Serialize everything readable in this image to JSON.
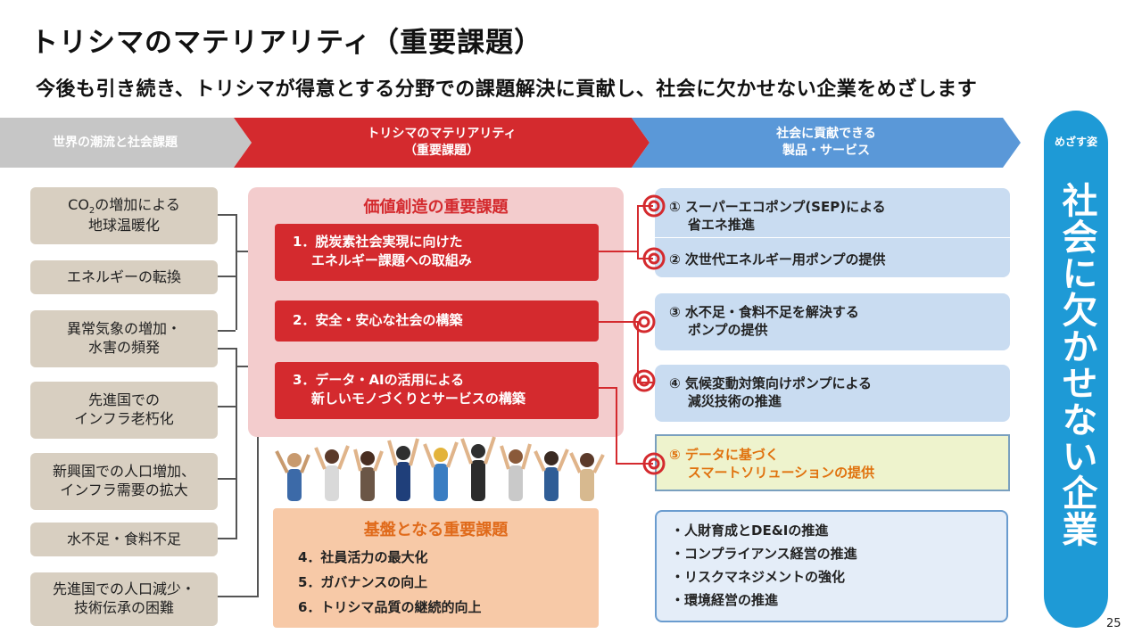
{
  "title": "トリシマのマテリアリティ（重要課題）",
  "subtitle": "今後も引き続き、トリシマが得意とする分野での課題解決に貢献し、社会に欠かせない企業をめざします",
  "arrows": {
    "world": "世界の潮流と社会課題",
    "materiality": "トリシマのマテリアリティ\n（重要課題）",
    "products": "社会に貢献できる\n製品・サービス"
  },
  "aim": {
    "label": "めざす姿",
    "main": "社会に欠かせない企業"
  },
  "issues": [
    {
      "prefix": "CO",
      "sub": "2",
      "rest": "の増加による\n地球温暖化"
    },
    {
      "text": "エネルギーの転換"
    },
    {
      "text": "異常気象の増加・\n水害の頻発"
    },
    {
      "text": "先進国での\nインフラ老朽化"
    },
    {
      "text": "新興国での人口増加、\nインフラ需要の拡大"
    },
    {
      "text": "水不足・食料不足"
    },
    {
      "text": "先進国での人口減少・\n技術伝承の困難"
    }
  ],
  "value": {
    "title": "価値創造の重要課題",
    "items": [
      "1．脱炭素社会実現に向けた\n    エネルギー課題への取組み",
      "2．安全・安心な社会の構築",
      "3．データ・AIの活用による\n    新しいモノづくりとサービスの構築"
    ]
  },
  "foundation": {
    "title": "基盤となる重要課題",
    "items": [
      "4．社員活力の最大化",
      "5．ガバナンスの向上",
      "6．トリシマ品質の継続的向上"
    ]
  },
  "products": [
    "① スーパーエコポンプ(SEP)による\n    省エネ推進",
    "② 次世代エネルギー用ポンプの提供",
    "③ 水不足・食料不足を解決する\n    ポンプの提供",
    "④ 気候変動対策向けポンプによる\n    減災技術の推進",
    "⑤ データに基づく\n    スマートソリューションの提供"
  ],
  "bullets": [
    "・人財育成とDE&Iの推進",
    "・コンプライアンス経営の推進",
    "・リスクマネジメントの強化",
    "・環境経営の推進"
  ],
  "page_number": "25",
  "colors": {
    "red": "#d42a2e",
    "blue": "#5a98d8",
    "aim_blue": "#1e9ad6",
    "gray": "#c6c6c6",
    "beige": "#d8cfc1",
    "orange": "#e0720e"
  }
}
